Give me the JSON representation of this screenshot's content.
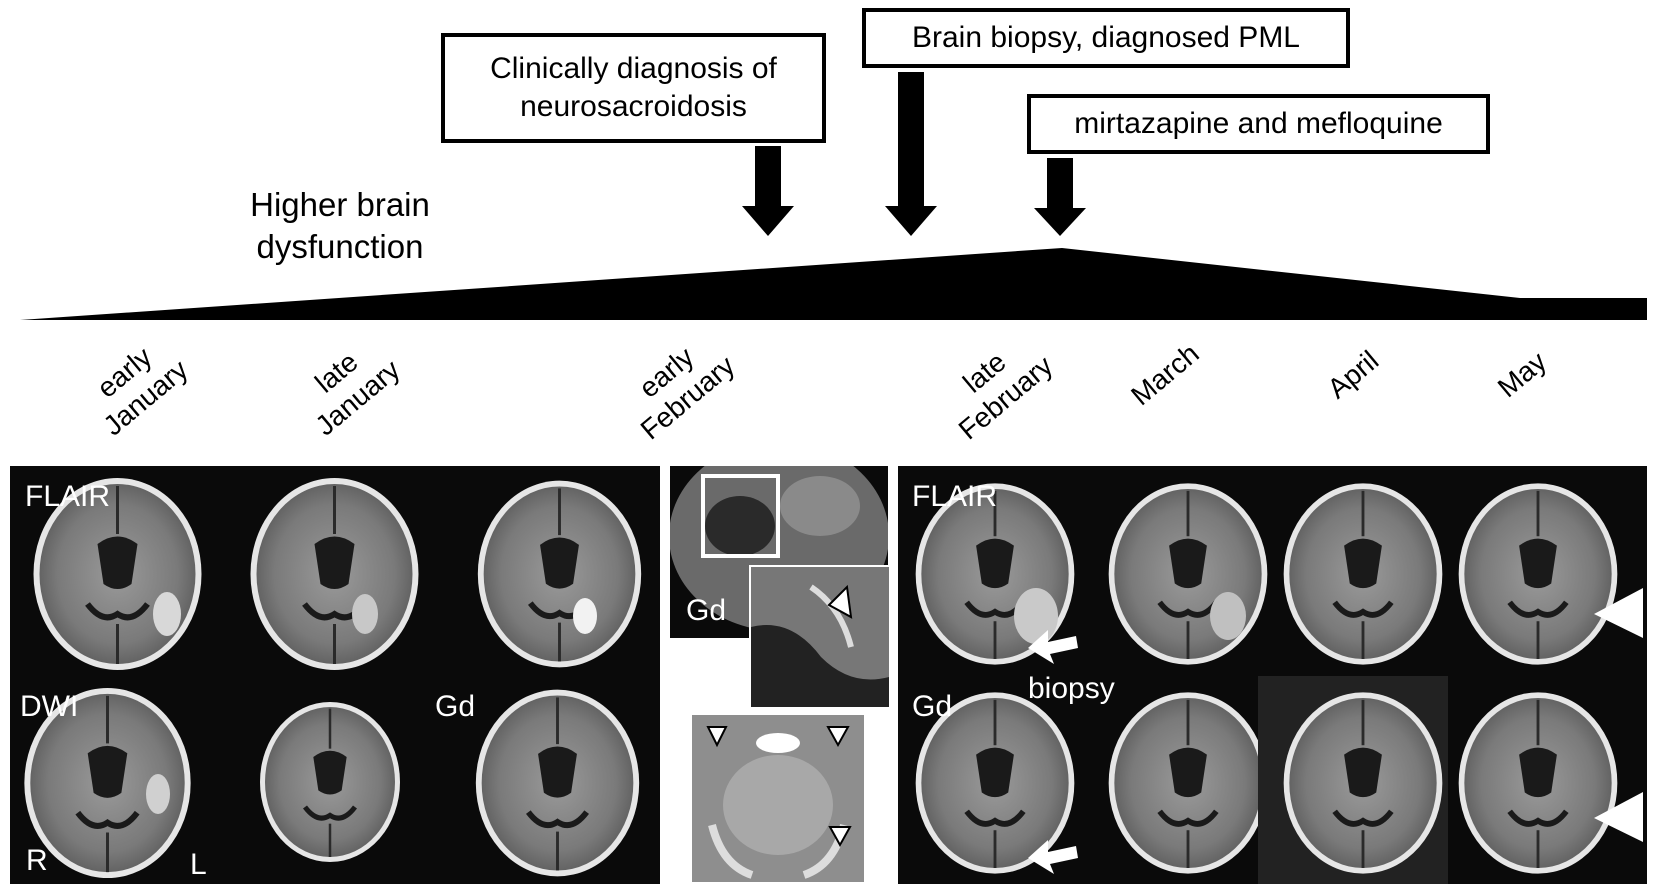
{
  "events": {
    "neuro_line1": "Clinically diagnosis of",
    "neuro_line2": "neurosacroidosis",
    "biopsy": "Brain biopsy, diagnosed PML",
    "treatment": "mirtazapine and mefloquine"
  },
  "severity_label_line1": "Higher brain",
  "severity_label_line2": "dysfunction",
  "timepoints": [
    {
      "line1": "early",
      "line2": "January"
    },
    {
      "line1": "late",
      "line2": "January"
    },
    {
      "line1": "early",
      "line2": "February"
    },
    {
      "line1": "late",
      "line2": "February"
    },
    {
      "line1": "",
      "line2": "March"
    },
    {
      "line1": "",
      "line2": "April"
    },
    {
      "line1": "",
      "line2": "May"
    }
  ],
  "sequences": {
    "flair_left": "FLAIR",
    "dwi": "DWI",
    "gd_left": "Gd",
    "gd_mid": "Gd",
    "flair_right": "FLAIR",
    "gd_right": "Gd"
  },
  "orientation": {
    "right": "R",
    "left": "L"
  },
  "biopsy_label": "biopsy"
}
